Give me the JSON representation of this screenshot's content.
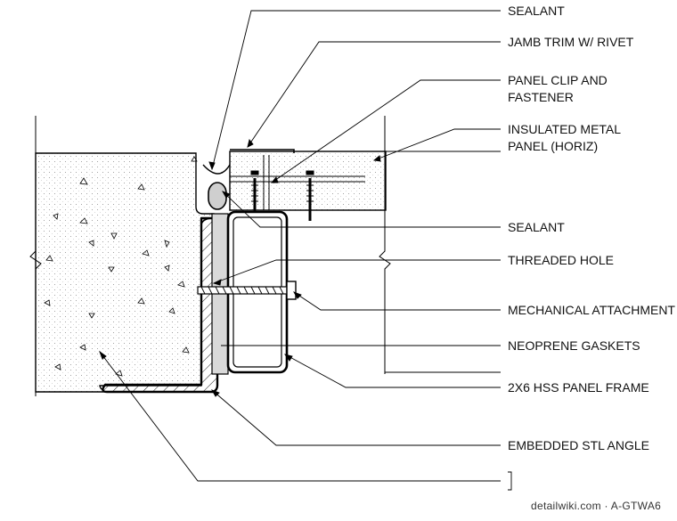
{
  "labels": {
    "sealant_top": "SEALANT",
    "jamb_trim": "JAMB TRIM W/ RIVET",
    "panel_clip_line1": "PANEL CLIP AND",
    "panel_clip_line2": "FASTENER",
    "insulated_panel_line1": "INSULATED METAL",
    "insulated_panel_line2": "PANEL (HORIZ)",
    "sealant_mid": "SEALANT",
    "threaded_hole": "THREADED HOLE",
    "mechanical_attachment": "MECHANICAL ATTACHMENT",
    "neoprene_gaskets": "NEOPRENE GASKETS",
    "hss_panel_frame": "2X6 HSS PANEL FRAME",
    "embedded_angle": "EMBEDDED STL ANGLE"
  },
  "watermark": "detailwiki.com · A-GTWA6"
}
